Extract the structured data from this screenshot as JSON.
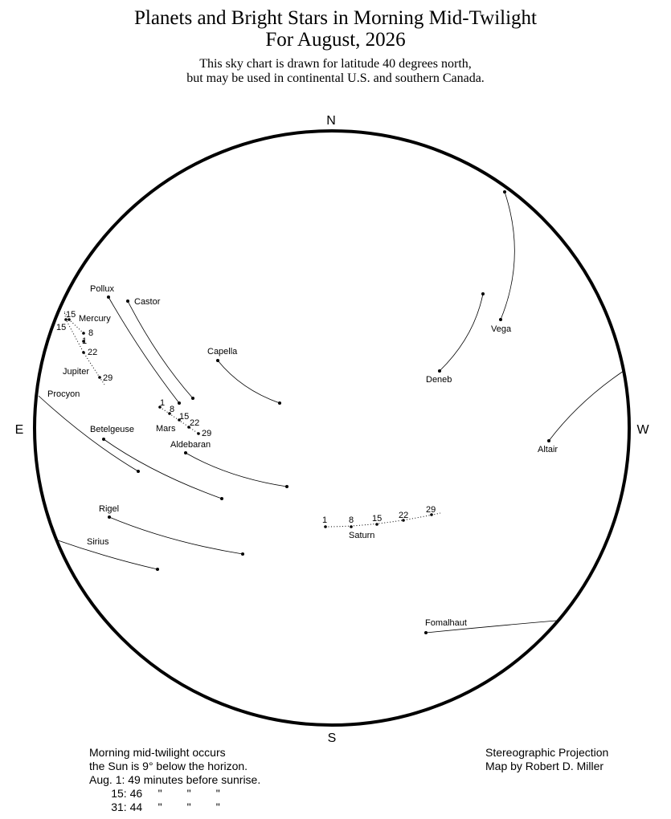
{
  "header": {
    "title_line1": "Planets and Bright Stars in Morning Mid-Twilight",
    "title_line2": "For August, 2026",
    "subtitle_line1": "This sky chart is drawn for latitude 40 degrees north,",
    "subtitle_line2": "but may be used in continental U.S. and southern Canada."
  },
  "directions": {
    "north": "N",
    "south": "S",
    "east": "E",
    "west": "W"
  },
  "stars": [
    {
      "name": "Vega"
    },
    {
      "name": "Deneb"
    },
    {
      "name": "Altair"
    },
    {
      "name": "Capella"
    },
    {
      "name": "Pollux"
    },
    {
      "name": "Castor"
    },
    {
      "name": "Procyon"
    },
    {
      "name": "Betelgeuse"
    },
    {
      "name": "Aldebaran"
    },
    {
      "name": "Rigel"
    },
    {
      "name": "Sirius"
    },
    {
      "name": "Fomalhaut"
    }
  ],
  "planets": [
    {
      "name": "Mercury",
      "dates": [
        "15",
        "8",
        "1",
        "15"
      ]
    },
    {
      "name": "Jupiter",
      "dates": [
        "22",
        "29"
      ]
    },
    {
      "name": "Mars",
      "dates": [
        "1",
        "8",
        "15",
        "22",
        "29"
      ]
    },
    {
      "name": "Saturn",
      "dates": [
        "1",
        "8",
        "15",
        "22",
        "29"
      ]
    }
  ],
  "footer_left": {
    "line1": "Morning mid-twilight occurs",
    "line2": "the Sun is 9° below the horizon.",
    "line3": "Aug. 1: 49 minutes before sunrise.",
    "line4": "       15: 46     \"        \"        \"",
    "line5": "       31: 44     \"        \"        \""
  },
  "footer_right": {
    "line1": "Stereographic Projection",
    "line2": "Map by Robert D. Miller"
  }
}
